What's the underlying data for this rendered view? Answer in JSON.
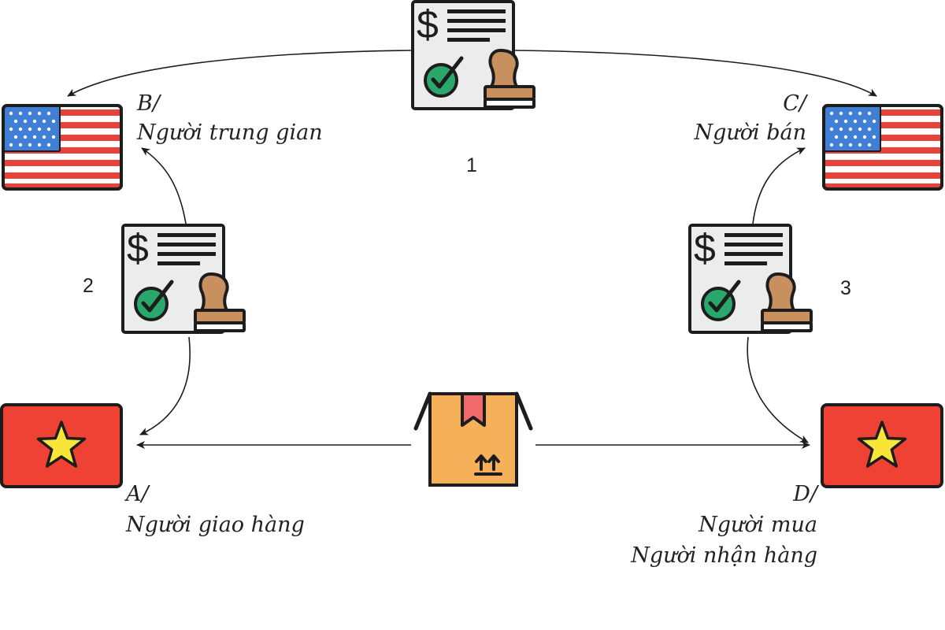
{
  "parties": {
    "b": {
      "letter": "B/",
      "role": "Người trung gian",
      "flag": "usa"
    },
    "c": {
      "letter": "C/",
      "role": "Người bán",
      "flag": "usa"
    },
    "a": {
      "letter": "A/",
      "role": "Người giao hàng",
      "flag": "vietnam"
    },
    "d": {
      "letter": "D/",
      "roles": [
        "Người mua",
        "Người nhận hàng"
      ],
      "flag": "vietnam"
    }
  },
  "documents": {
    "one": "1",
    "two": "2",
    "three": "3"
  },
  "icons": {
    "document": "stamped-invoice-icon",
    "box": "shipping-box-icon",
    "flag_a": "flag-vietnam-icon",
    "flag_b": "flag-usa-icon"
  },
  "colors": {
    "usa_blue": "#3f7fd6",
    "usa_red": "#e6423a",
    "vn_red": "#ef4134",
    "vn_star": "#f7e53a",
    "check_green": "#2aa86b",
    "stamp_brown": "#c9905f",
    "box_orange": "#f7b05a",
    "box_ribbon": "#f06a6a",
    "outline": "#1d1d1d"
  }
}
